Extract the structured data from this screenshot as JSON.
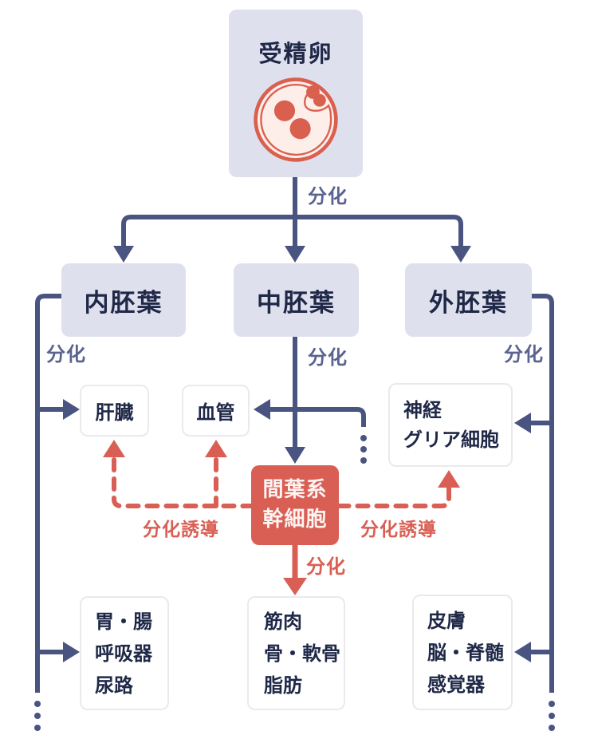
{
  "colors": {
    "navy_line": "#4a5481",
    "navy_label": "#5a6390",
    "red": "#d95f54",
    "lavender_box": "#dfe0ee",
    "white_box_border": "#eaeaee",
    "text_dark": "#1f2847",
    "egg_fill": "#fdeeea",
    "red_box_text": "#fdf4f2"
  },
  "nodes": {
    "fertilized_egg": {
      "label": "受精卵"
    },
    "endoderm": {
      "label": "内胚葉"
    },
    "mesoderm": {
      "label": "中胚葉"
    },
    "ectoderm": {
      "label": "外胚葉"
    },
    "liver": {
      "label": "肝臓"
    },
    "blood_vessel": {
      "label": "血管"
    },
    "nerve_glia": {
      "lines": [
        "神経",
        "グリア細胞"
      ]
    },
    "mesenchymal_stem_cells": {
      "lines": [
        "間葉系",
        "幹細胞"
      ]
    },
    "endoderm_organs": {
      "lines": [
        "胃・腸",
        "呼吸器",
        "尿路"
      ]
    },
    "mesoderm_organs": {
      "lines": [
        "筋肉",
        "骨・軟骨",
        "脂肪"
      ]
    },
    "ectoderm_organs": {
      "lines": [
        "皮膚",
        "脳・脊髄",
        "感覚器"
      ]
    }
  },
  "labels": {
    "differentiation": "分化",
    "induction": "分化誘導"
  }
}
